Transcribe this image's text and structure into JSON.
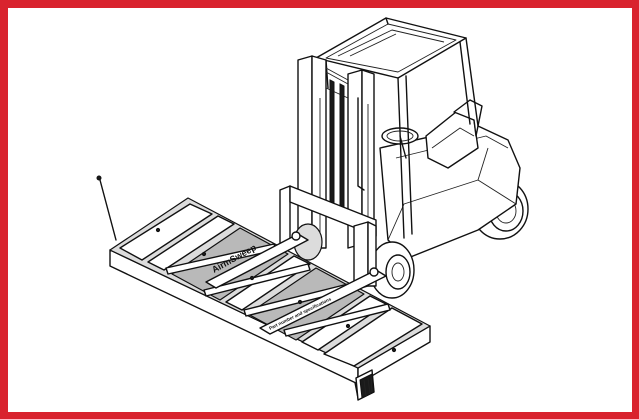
{
  "frame": {
    "border_color": "#d9232e",
    "background": "#ffffff"
  },
  "illustration": {
    "subject": "forklift-with-magnetic-sweeper",
    "brand_label": "AirmSweep",
    "plate_label": "Part number and specifications"
  }
}
